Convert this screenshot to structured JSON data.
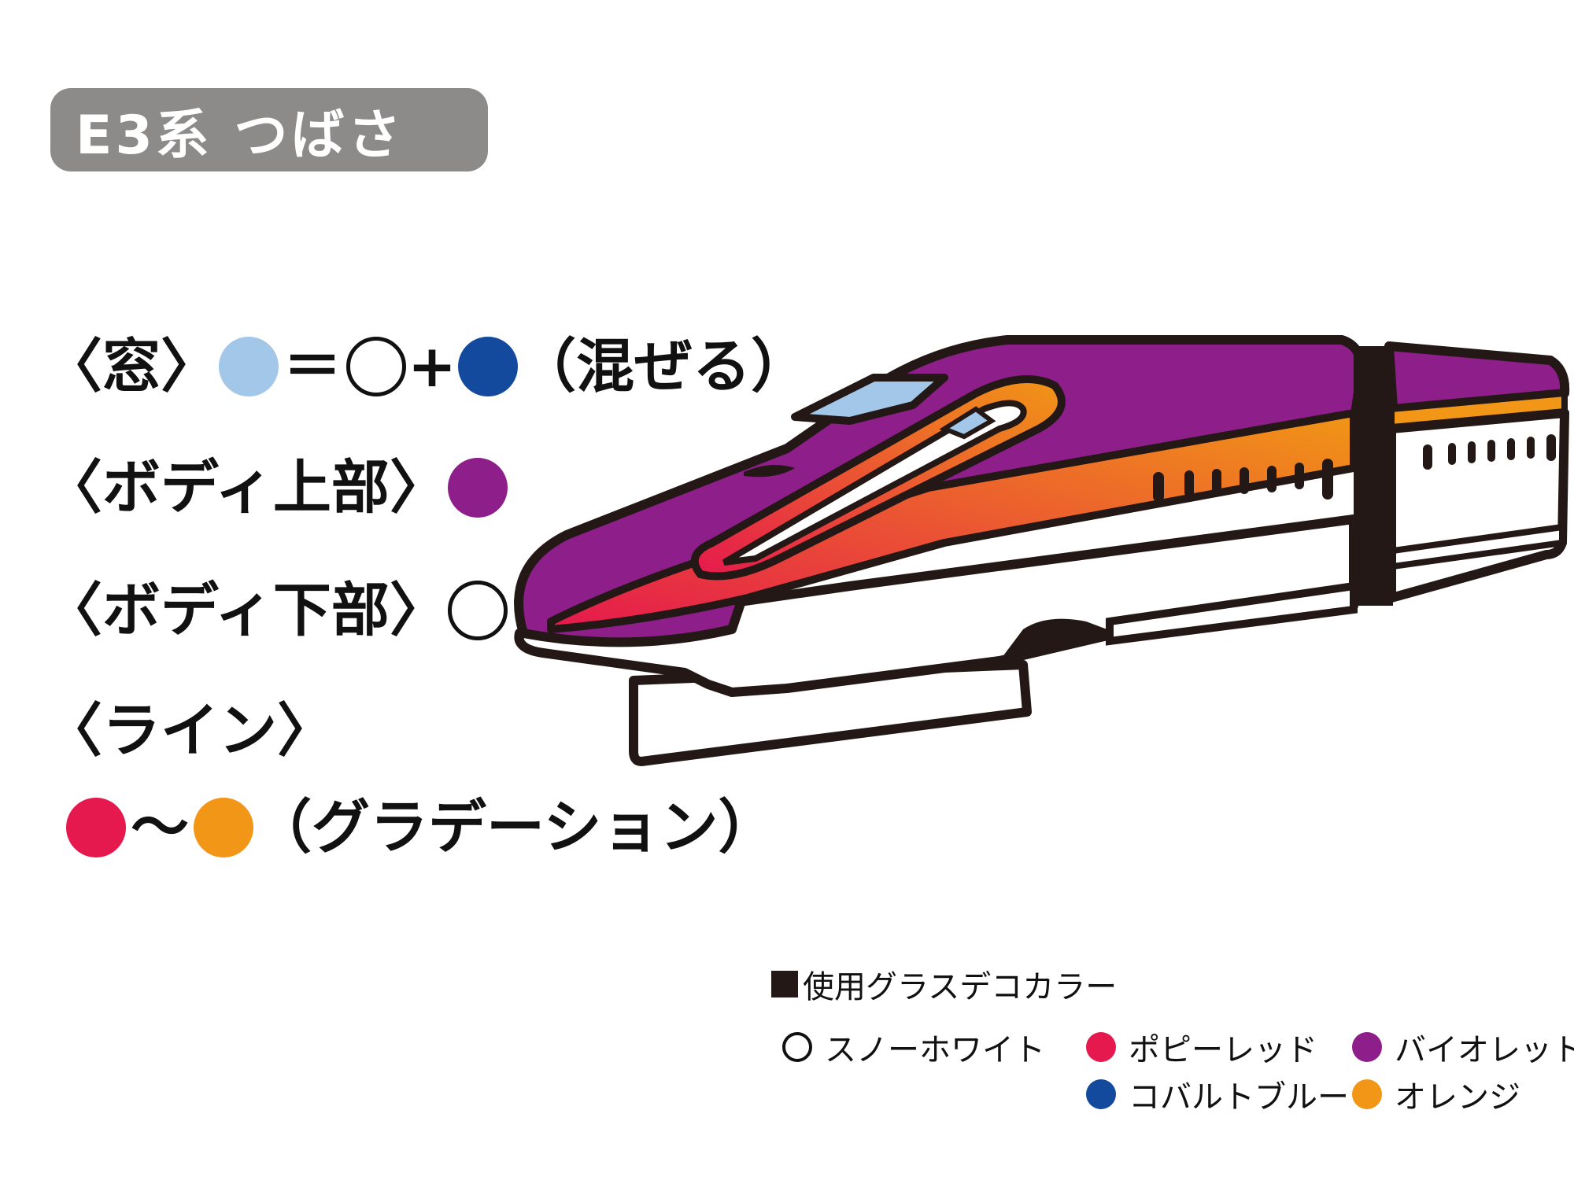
{
  "title": "E3系 つばさ",
  "rows": {
    "window": {
      "label": "〈窓〉",
      "equals": "＝",
      "plus": "+",
      "note": "（混ぜる）"
    },
    "body_upper": {
      "label": "〈ボディ上部〉"
    },
    "body_lower": {
      "label": "〈ボディ下部〉"
    },
    "line": {
      "label": "〈ライン〉",
      "tilde": "〜",
      "note": "（グラデーション）"
    }
  },
  "legend": {
    "title": "使用グラスデコカラー",
    "items": [
      {
        "name": "スノーホワイト",
        "color": "#ffffff"
      },
      {
        "name": "ポピーレッド",
        "color": "#e5194d"
      },
      {
        "name": "バイオレット",
        "color": "#8e1e8a"
      },
      {
        "name": "コバルトブルー",
        "color": "#134a9e"
      },
      {
        "name": "オレンジ",
        "color": "#f19616"
      }
    ]
  },
  "colors": {
    "light_blue": "#a3c7e9",
    "cobalt_blue": "#134a9e",
    "violet": "#8e1e8a",
    "poppy_red": "#e5194d",
    "orange": "#f19616",
    "badge_gray": "#8d8b8a"
  }
}
